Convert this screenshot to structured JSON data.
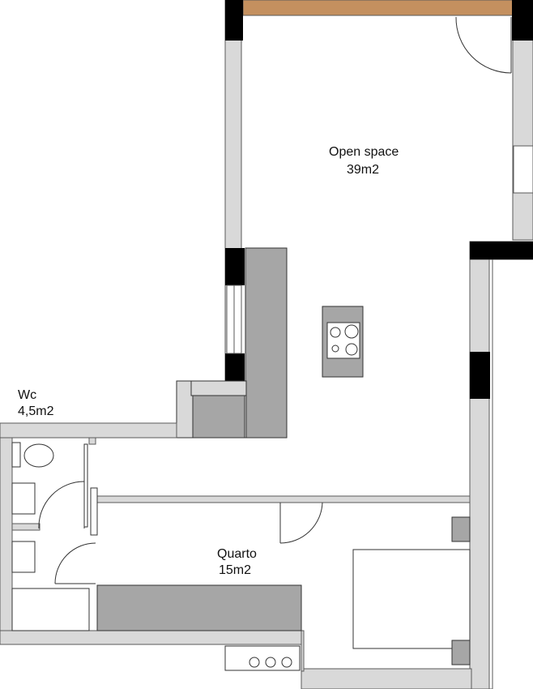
{
  "rooms": {
    "open_space": {
      "name": "Open space",
      "area": "39m2"
    },
    "wc": {
      "name": "Wc",
      "area": "4,5m2"
    },
    "quarto": {
      "name": "Quarto",
      "area": "15m2"
    }
  },
  "colors": {
    "wall": "#d9d9d9",
    "pillar": "#000000",
    "furniture": "#a6a6a6",
    "fixture": "#808080",
    "window": "#ffffff",
    "glass_door": "#c4905f",
    "outline": "#5a5a5a"
  },
  "icons": {
    "door_swing": "door-swing-icon",
    "toilet": "toilet-icon",
    "cooktop": "cooktop-icon"
  }
}
